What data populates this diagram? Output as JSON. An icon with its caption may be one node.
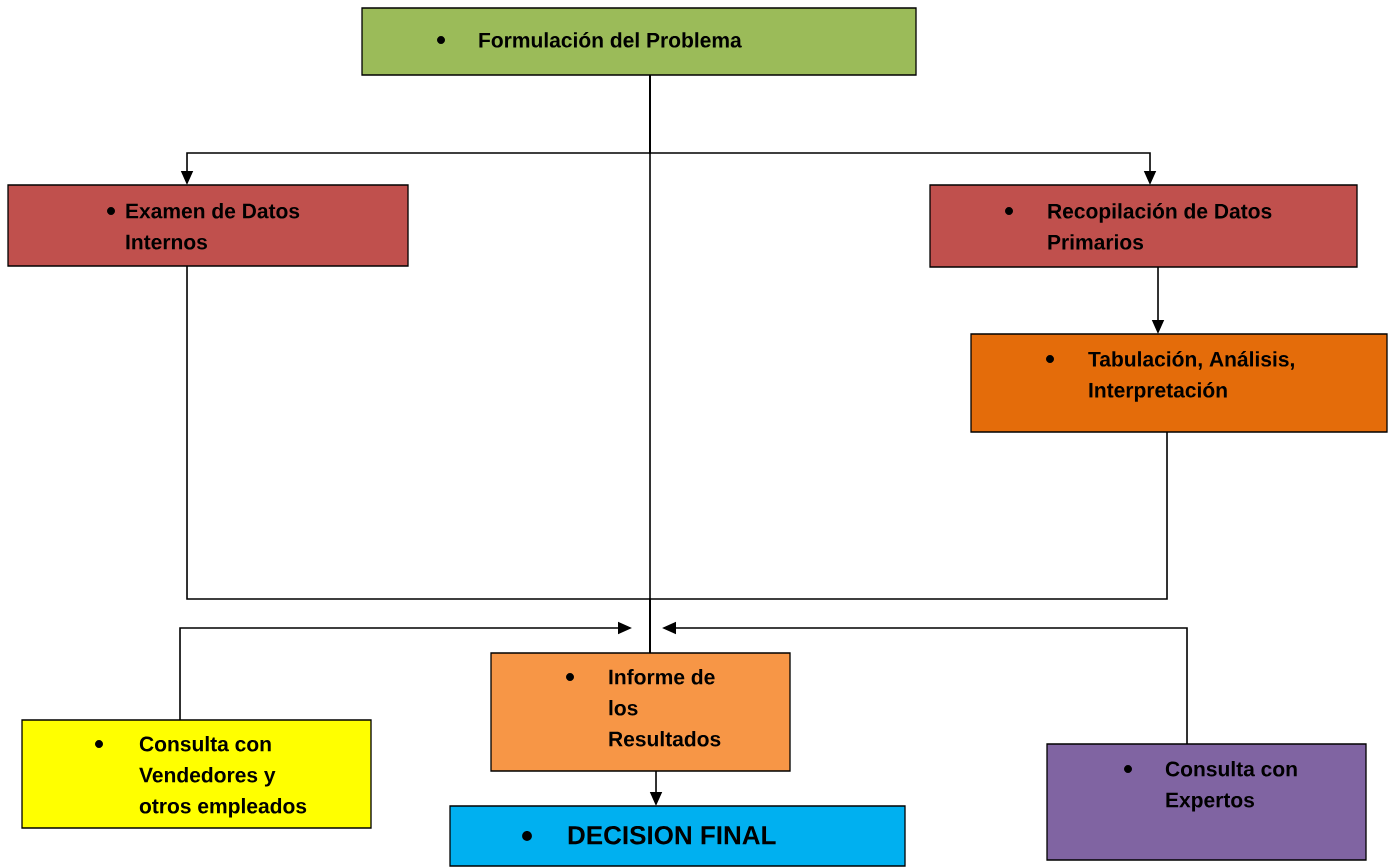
{
  "diagram": {
    "nodes": [
      {
        "text": [
          "Formulación del Problema"
        ]
      },
      {
        "text": [
          "Examen de Datos Internos"
        ]
      },
      {
        "text": [
          "Recopilación de Datos Primarios"
        ]
      },
      {
        "text": [
          "Tabulación, Análisis, Interpretación"
        ]
      },
      {
        "text": [
          "Consulta con Vendedores y otros empleados"
        ]
      },
      {
        "text": [
          "Informe de los Resultados"
        ]
      },
      {
        "text": [
          "Consulta con Expertos"
        ]
      },
      {
        "text": [
          "DECISION FINAL"
        ]
      }
    ],
    "edges": [
      {
        "from": 0,
        "to": 1,
        "arrow": "to"
      },
      {
        "from": 0,
        "to": 2,
        "arrow": "to"
      },
      {
        "from": 2,
        "to": 3,
        "arrow": "to"
      },
      {
        "from": 1,
        "to": 5,
        "arrow": "none"
      },
      {
        "from": 3,
        "to": 5,
        "arrow": "none"
      },
      {
        "from": 0,
        "to": 5,
        "arrow": "none"
      },
      {
        "from": 4,
        "to": null,
        "arrow": "to"
      },
      {
        "from": 6,
        "to": null,
        "arrow": "to"
      },
      {
        "from": 5,
        "to": 7,
        "arrow": "to"
      }
    ]
  }
}
